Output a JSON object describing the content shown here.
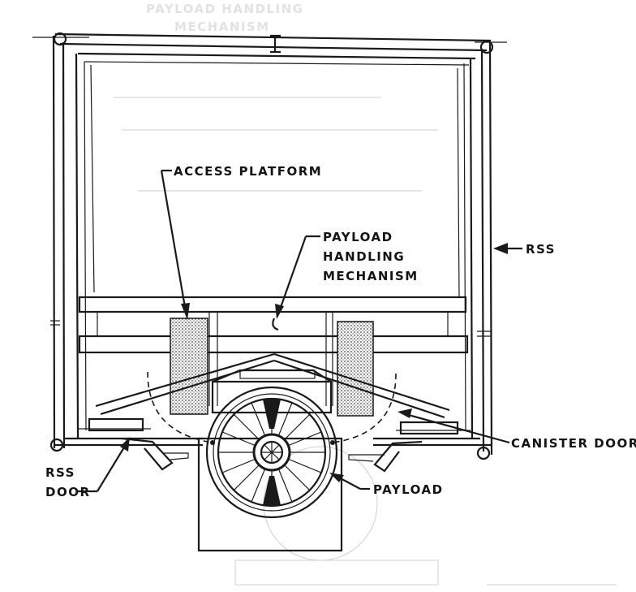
{
  "labels": {
    "access_platform": "ACCESS PLATFORM",
    "payload_handling_1": "PAYLOAD",
    "payload_handling_2": "HANDLING",
    "payload_handling_3": "MECHANISM",
    "rss": "RSS",
    "canister_door": "CANISTER DOOR",
    "rss_door_1": "RSS",
    "rss_door_2": "DOOR",
    "payload": "PAYLOAD"
  },
  "bleed_through": {
    "line1": "PAYLOAD HANDLING",
    "line2": "MECHANISM"
  },
  "colors": {
    "ink": "#1a1a1a",
    "paper": "#ffffff",
    "stipple": "#555555",
    "ghost": "#e2e2e2"
  }
}
